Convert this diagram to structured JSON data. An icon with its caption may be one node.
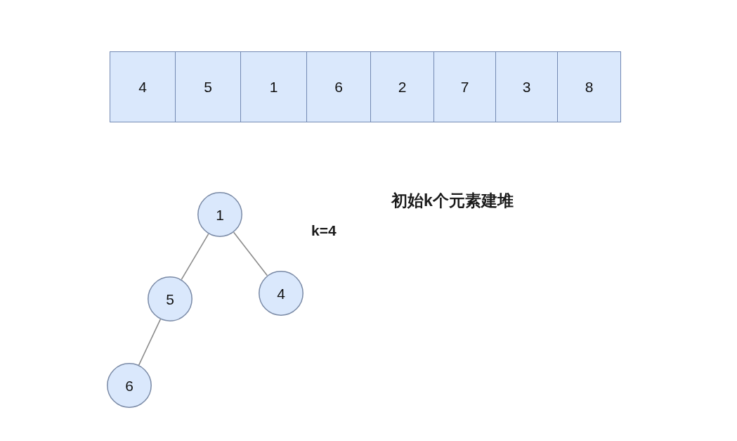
{
  "diagram": {
    "nodes": [
      {
        "text": [
          "4"
        ]
      },
      {
        "text": [
          "5"
        ]
      },
      {
        "text": [
          "1"
        ]
      },
      {
        "text": [
          "6"
        ]
      },
      {
        "text": [
          "2"
        ]
      },
      {
        "text": [
          "7"
        ]
      },
      {
        "text": [
          "3"
        ]
      },
      {
        "text": [
          "8"
        ]
      },
      {
        "text": [
          "1"
        ]
      },
      {
        "text": [
          "5"
        ]
      },
      {
        "text": [
          "4"
        ]
      },
      {
        "text": [
          "6"
        ]
      }
    ],
    "edges": [
      {
        "from": 8,
        "to": 9,
        "arrow": "none"
      },
      {
        "from": 8,
        "to": 10,
        "arrow": "none"
      },
      {
        "from": 9,
        "to": 11,
        "arrow": "none"
      }
    ],
    "labels": [
      "初始k个元素建堆",
      "k=4"
    ]
  }
}
